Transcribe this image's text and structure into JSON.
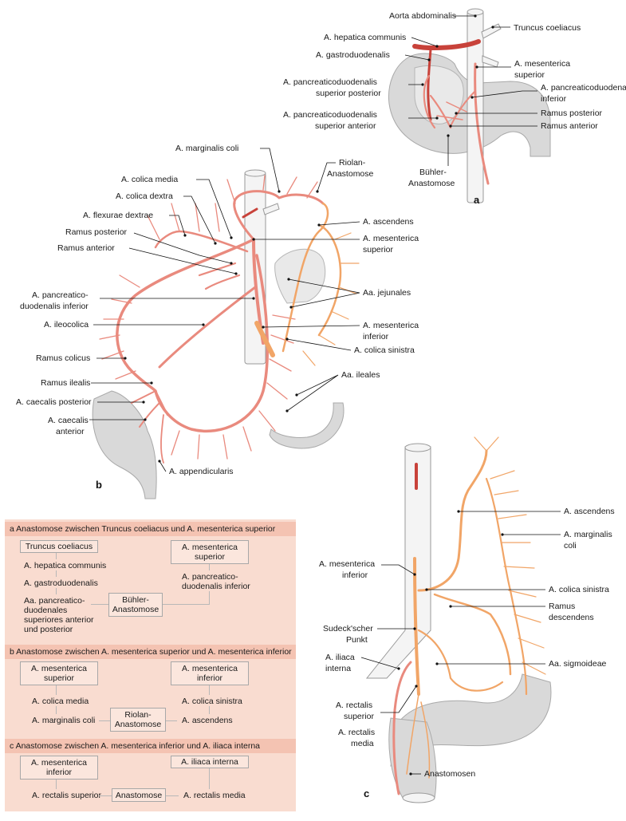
{
  "panel_a": {
    "letter": "a",
    "labels": {
      "aorta": "Aorta abdominalis",
      "truncus": "Truncus coeliacus",
      "hep_comm": "A. hepatica communis",
      "gastroduod": "A. gastroduodenalis",
      "mes_sup_1": "A. mesenterica",
      "mes_sup_2": "superior",
      "pd_inf_1": "A. pancreaticoduodenalis",
      "pd_inf_2": "inferior",
      "pd_sup_post_1": "A. pancreaticoduodenalis",
      "pd_sup_post_2": "superior posterior",
      "ram_post": "Ramus posterior",
      "pd_sup_ant_1": "A. pancreaticoduodenalis",
      "pd_sup_ant_2": "superior anterior",
      "ram_ant": "Ramus anterior",
      "buehler_1": "Bühler-",
      "buehler_2": "Anastomose"
    }
  },
  "panel_b": {
    "letter": "b",
    "labels": {
      "marg_coli": "A. marginalis coli",
      "colica_media": "A. colica media",
      "colica_dextra": "A. colica dextra",
      "flex_dextrae": "A. flexurae dextrae",
      "ram_post": "Ramus posterior",
      "ram_ant": "Ramus anterior",
      "pd_inf_1": "A. pancreatico-",
      "pd_inf_2": "duodenalis inferior",
      "ileocolica": "A. ileocolica",
      "ram_colicus": "Ramus colicus",
      "ram_ilealis": "Ramus ilealis",
      "caec_post": "A. caecalis posterior",
      "caec_ant_1": "A. caecalis",
      "caec_ant_2": "anterior",
      "appendicularis": "A. appendicularis",
      "riolan_1": "Riolan-",
      "riolan_2": "Anastomose",
      "ascendens": "A. ascendens",
      "mes_sup_1": "A. mesenterica",
      "mes_sup_2": "superior",
      "jejunales": "Aa. jejunales",
      "mes_inf_1": "A. mesenterica",
      "mes_inf_2": "inferior",
      "colica_sin": "A. colica sinistra",
      "ileales": "Aa. ileales"
    }
  },
  "panel_c": {
    "letter": "c",
    "labels": {
      "ascendens": "A. ascendens",
      "marg_coli_1": "A. marginalis",
      "marg_coli_2": "coli",
      "mes_inf_1": "A. mesenterica",
      "mes_inf_2": "inferior",
      "colica_sin": "A. colica sinistra",
      "ram_desc_1": "Ramus",
      "ram_desc_2": "descendens",
      "sudeck_1": "Sudeck'scher",
      "sudeck_2": "Punkt",
      "iliaca_1": "A. iliaca",
      "iliaca_2": "interna",
      "sigmoideae": "Aa. sigmoideae",
      "rect_sup_1": "A. rectalis",
      "rect_sup_2": "superior",
      "rect_med_1": "A. rectalis",
      "rect_med_2": "media",
      "anastomosen": "Anastomosen"
    }
  },
  "table": {
    "a": {
      "heading": "a Anastomose zwischen Truncus coeliacus und A. mesenterica superior",
      "box_left": "Truncus coeliacus",
      "box_right": "A. mesenterica\nsuperior",
      "left_1": "A. hepatica communis",
      "left_2": "A. gastroduodenalis",
      "left_3": "Aa. pancreatico-\nduodenales\nsuperiores anterior\nund posterior",
      "right_1": "A. pancreatico-\nduodenalis inferior",
      "center": "Bühler-\nAnastomose"
    },
    "b": {
      "heading": "b Anastomose zwischen A. mesenterica superior und A. mesenterica inferior",
      "box_left": "A. mesenterica\nsuperior",
      "box_right": "A. mesenterica\ninferior",
      "left_1": "A. colica media",
      "left_2": "A. marginalis coli",
      "right_1": "A. colica sinistra",
      "right_2": "A. ascendens",
      "center": "Riolan-\nAnastomose"
    },
    "c": {
      "heading": "c Anastomose zwischen A. mesenterica inferior und A. iliaca interna",
      "box_left": "A. mesenterica\ninferior",
      "box_right": "A. iliaca interna",
      "left_1": "A. rectalis superior",
      "right_1": "A. rectalis media",
      "center": "Anastomose"
    }
  }
}
